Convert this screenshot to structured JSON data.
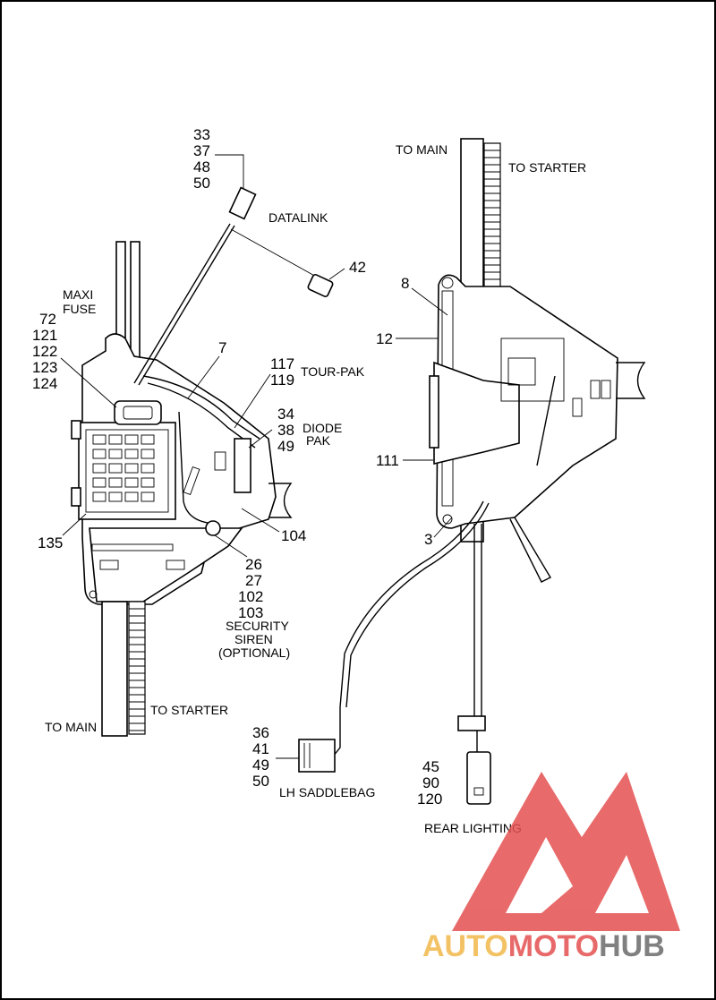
{
  "labels": {
    "left_callout_33": "33",
    "left_callout_37": "37",
    "left_callout_48": "48",
    "left_callout_50": "50",
    "datalink": "DATALINK",
    "left_callout_42": "42",
    "maxi_fuse_l1": "MAXI",
    "maxi_fuse_l2": "FUSE",
    "left_callout_72": "72",
    "left_callout_121": "121",
    "left_callout_122": "122",
    "left_callout_123": "123",
    "left_callout_124": "124",
    "left_callout_7": "7",
    "left_callout_117": "117",
    "left_callout_119": "119",
    "tour_pak": "TOUR-PAK",
    "left_callout_34": "34",
    "left_callout_38": "38",
    "left_callout_49": "49",
    "diode_pak_l1": "DIODE",
    "diode_pak_l2": "PAK",
    "left_callout_135": "135",
    "left_callout_104": "104",
    "left_callout_26": "26",
    "left_callout_27": "27",
    "left_callout_102": "102",
    "left_callout_103": "103",
    "security_l1": "SECURITY",
    "security_l2": "SIREN",
    "security_l3": "(OPTIONAL)",
    "left_to_main": "TO MAIN",
    "left_to_starter": "TO STARTER",
    "right_to_main": "TO MAIN",
    "right_to_starter": "TO STARTER",
    "right_callout_8": "8",
    "right_callout_12": "12",
    "right_callout_111": "111",
    "right_callout_3": "3",
    "right_callout_36": "36",
    "right_callout_41": "41",
    "right_callout_49": "49",
    "right_callout_50": "50",
    "lh_saddlebag": "LH SADDLEBAG",
    "right_callout_45": "45",
    "right_callout_90": "90",
    "right_callout_120": "120",
    "rear_lighting": "REAR LIGHTING"
  },
  "watermark": {
    "part1": "AUTO",
    "part2": "MOTO",
    "part3": "HUB",
    "color1": "#f2b84b",
    "color2": "#e45050",
    "color3": "#6b6b6b",
    "logo_color": "#e45050"
  }
}
